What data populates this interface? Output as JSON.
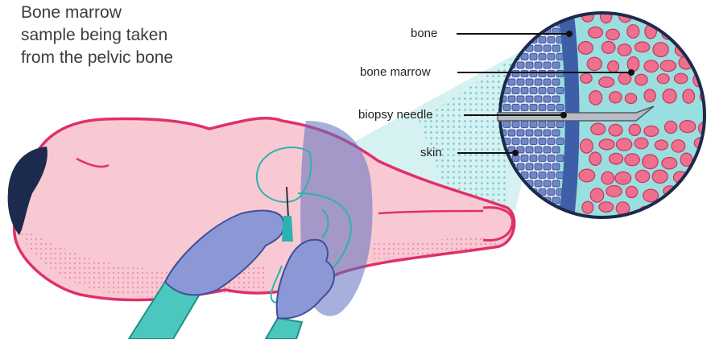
{
  "title": "Bone marrow sample being taken from the pelvic bone",
  "labels": {
    "bone": "bone",
    "bone_marrow": "bone marrow",
    "biopsy_needle": "biopsy needle",
    "skin": "skin"
  },
  "colors": {
    "skin_fill": "#f9c9d3",
    "skin_outline": "#e0306a",
    "bone_outline": "#2bb3b0",
    "zoom_cone": "#cfeff0",
    "marrow_bg": "#9adfdf",
    "marrow_cells": "#ef6f8e",
    "cortical_bone": "#3f5ea8",
    "glove": "#8c97d6",
    "sleeve": "#4cc7bd",
    "hair": "#1c2a4d",
    "needle": "#8a8f96"
  }
}
